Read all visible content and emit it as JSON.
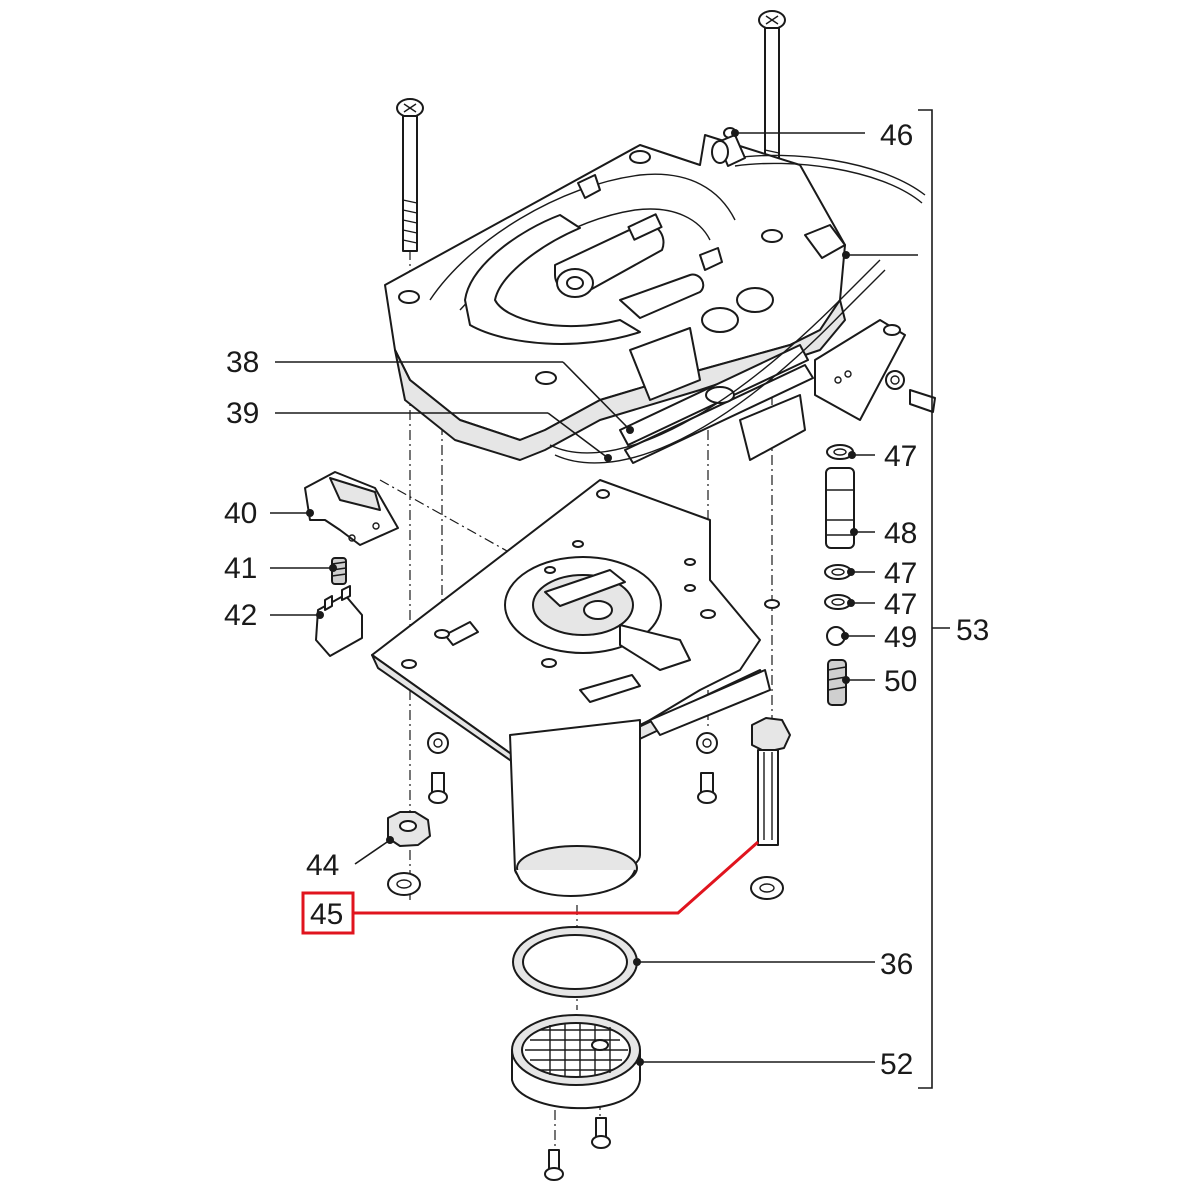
{
  "callouts": {
    "c36": "36",
    "c38": "38",
    "c39": "39",
    "c40": "40",
    "c41": "41",
    "c42": "42",
    "c44": "44",
    "c45": "45",
    "c46": "46",
    "c47a": "47",
    "c47b": "47",
    "c47c": "47",
    "c48": "48",
    "c49": "49",
    "c50": "50",
    "c52": "52",
    "c53": "53"
  },
  "highlight": {
    "part": "45",
    "color": "#e0141e"
  },
  "colors": {
    "line": "#1a1a1a",
    "background": "#ffffff",
    "shade": "#e6e6e6"
  }
}
